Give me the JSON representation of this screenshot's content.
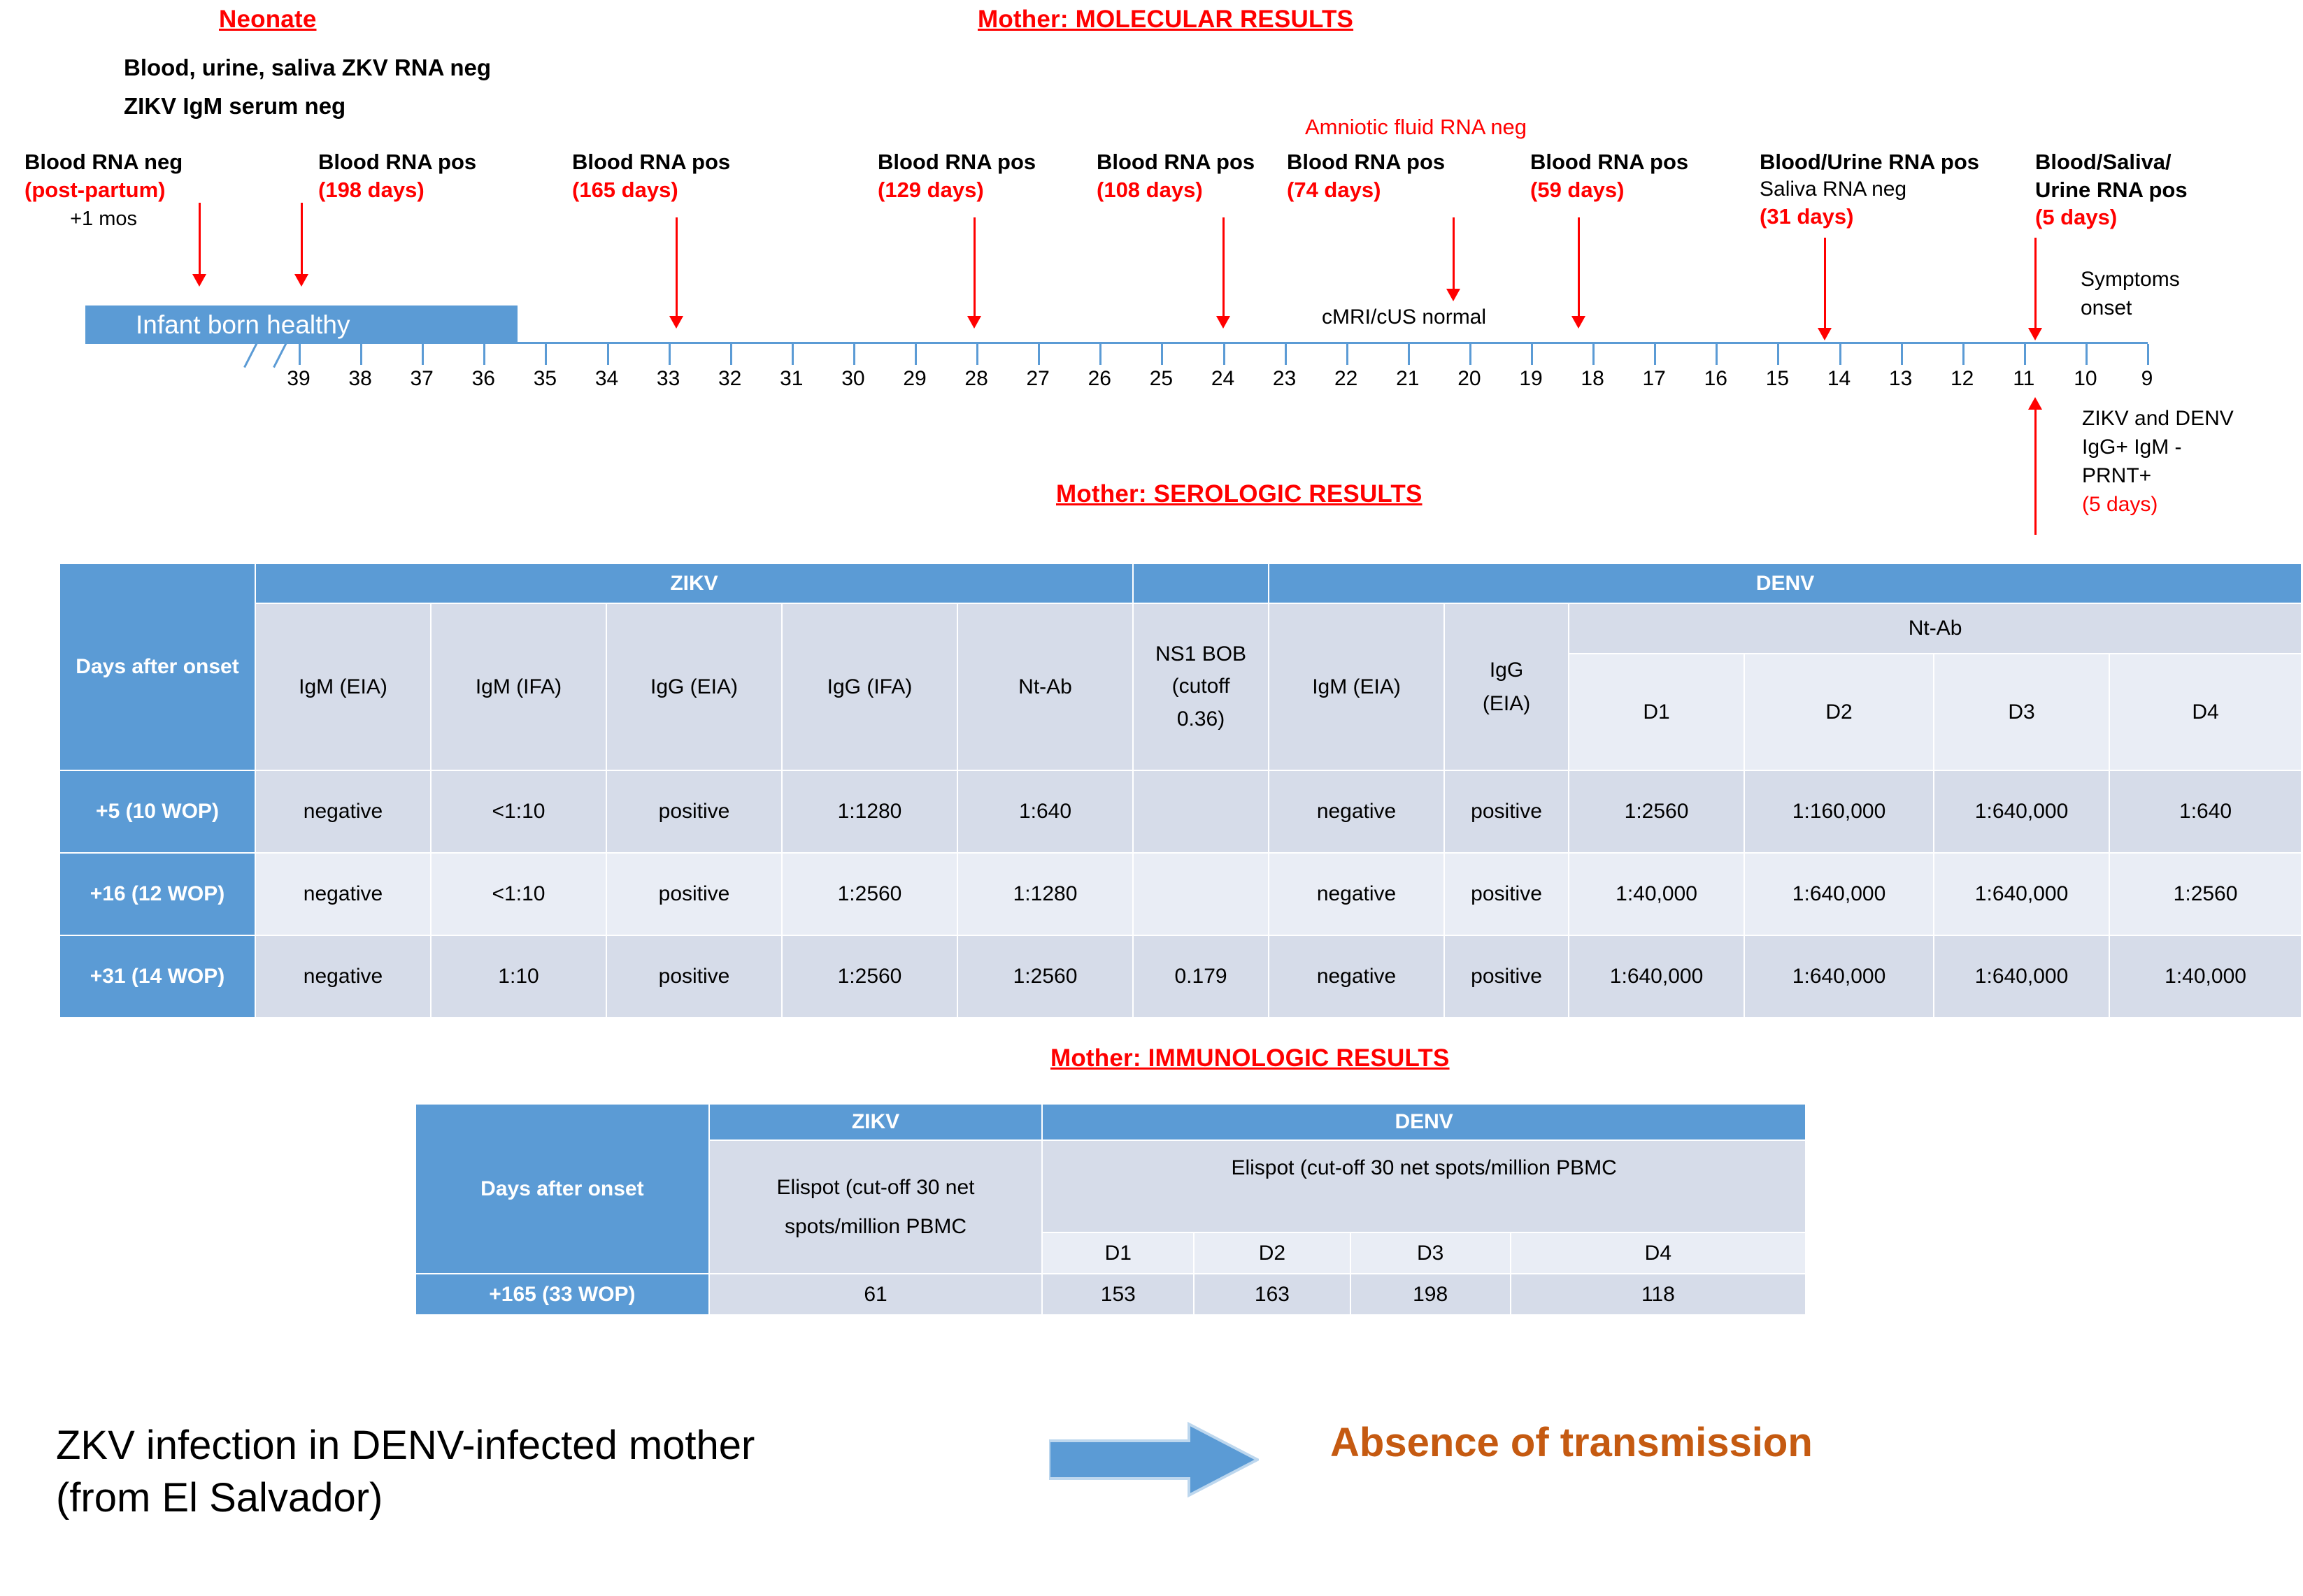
{
  "titles": {
    "neonate": "Neonate",
    "molecular": "Mother: MOLECULAR RESULTS",
    "serologic": "Mother: SEROLOGIC  RESULTS",
    "immunologic": "Mother: IMMUNOLOGIC  RESULTS"
  },
  "neonate_notes": [
    "Blood, urine, saliva ZKV RNA neg",
    "ZIKV IgM serum neg"
  ],
  "timeline": {
    "infant_bar_label": "Infant born healthy",
    "axis_ticks": [
      "39",
      "38",
      "37",
      "36",
      "35",
      "34",
      "33",
      "32",
      "31",
      "30",
      "29",
      "28",
      "27",
      "26",
      "25",
      "24",
      "23",
      "22",
      "21",
      "20",
      "19",
      "18",
      "17",
      "16",
      "15",
      "14",
      "13",
      "12",
      "11",
      "10",
      "9"
    ],
    "midline_note": "cMRI/cUS normal",
    "symptoms_onset": "Symptoms\nonset",
    "symptoms_onset_line1": "Symptoms",
    "symptoms_onset_line2": "onset",
    "events": [
      {
        "id": "post-partum",
        "line1": "Blood RNA neg",
        "line2": "(post-partum)",
        "line3": "+1 mos"
      },
      {
        "id": "198-days",
        "line1": "Blood RNA pos",
        "line2": "(198 days)",
        "line3": ""
      },
      {
        "id": "165-days",
        "line1": "Blood RNA pos",
        "line2": "(165 days)",
        "line3": ""
      },
      {
        "id": "129-days",
        "line1": "Blood RNA pos",
        "line2": "(129 days)",
        "line3": ""
      },
      {
        "id": "108-days",
        "line1": "Blood RNA pos",
        "line2": "(108 days)",
        "line3": ""
      },
      {
        "id": "74-days",
        "line0": "Amniotic fluid RNA neg",
        "line1": "Blood RNA pos",
        "line2": "(74 days)",
        "line3": ""
      },
      {
        "id": "59-days",
        "line1": "Blood RNA pos",
        "line2": "(59 days)",
        "line3": ""
      },
      {
        "id": "31-days",
        "line1": "Blood/Urine RNA pos",
        "line1b": "Saliva RNA neg",
        "line2": "(31 days)",
        "line3": ""
      },
      {
        "id": "5-days",
        "line1": "Blood/Saliva/",
        "line1b2": "Urine RNA pos",
        "line2": "(5 days)",
        "line3": ""
      }
    ],
    "below_axis_note": {
      "line1": "ZIKV and DENV",
      "line2": "IgG+ IgM -",
      "line3": "PRNT+",
      "line4": "(5 days)"
    }
  },
  "serologic_table": {
    "corner_label": "Days after onset",
    "group_zikv": "ZIKV",
    "group_denv": "DENV",
    "group_ntab": "Nt-Ab",
    "zikv_cols": [
      "IgM (EIA)",
      "IgM (IFA)",
      "IgG (EIA)",
      "IgG (IFA)",
      "Nt-Ab"
    ],
    "ns1_col": "NS1 BOB (cutoff 0.36)",
    "ns1_col_l1": "NS1 BOB",
    "ns1_col_l2": "(cutoff",
    "ns1_col_l3": "0.36)",
    "denv_cols": [
      "IgM (EIA)",
      "IgG (EIA)"
    ],
    "denv_igg_l1": "IgG",
    "denv_igg_l2": "(EIA)",
    "ntab_cols": [
      "D1",
      "D2",
      "D3",
      "D4"
    ],
    "rows": [
      {
        "label": "+5 (10 WOP)",
        "zikv": [
          "negative",
          "<1:10",
          "positive",
          "1:1280",
          "1:640"
        ],
        "ns1": "",
        "denv": [
          "negative",
          "positive"
        ],
        "ntab": [
          "1:2560",
          "1:160,000",
          "1:640,000",
          "1:640"
        ]
      },
      {
        "label": "+16 (12 WOP)",
        "zikv": [
          "negative",
          "<1:10",
          "positive",
          "1:2560",
          "1:1280"
        ],
        "ns1": "",
        "denv": [
          "negative",
          "positive"
        ],
        "ntab": [
          "1:40,000",
          "1:640,000",
          "1:640,000",
          "1:2560"
        ]
      },
      {
        "label": "+31 (14 WOP)",
        "zikv": [
          "negative",
          "1:10",
          "positive",
          "1:2560",
          "1:2560"
        ],
        "ns1": "0.179",
        "denv": [
          "negative",
          "positive"
        ],
        "ntab": [
          "1:640,000",
          "1:640,000",
          "1:640,000",
          "1:40,000"
        ]
      }
    ]
  },
  "immunologic_table": {
    "corner_label": "Days after onset",
    "group_zikv": "ZIKV",
    "group_denv": "DENV",
    "zikv_assay_l1": "Elispot (cut-off 30 net",
    "zikv_assay_l2": "spots/million PBMC",
    "denv_assay": "Elispot (cut-off 30 net spots/million PBMC",
    "denv_cols": [
      "D1",
      "D2",
      "D3",
      "D4"
    ],
    "rows": [
      {
        "label": "+165 (33 WOP)",
        "zikv": "61",
        "denv": [
          "153",
          "163",
          "198",
          "118"
        ]
      }
    ]
  },
  "conclusion": {
    "left_line1": "ZKV infection in DENV-infected mother",
    "left_line2": "(from El Salvador)",
    "right": "Absence of transmission"
  },
  "colors": {
    "header_blue": "#5B9BD5",
    "row_dark": "#D6DCE9",
    "row_light": "#E9EDF5",
    "accent_red": "#FF0000",
    "accent_orange": "#C55A11"
  }
}
